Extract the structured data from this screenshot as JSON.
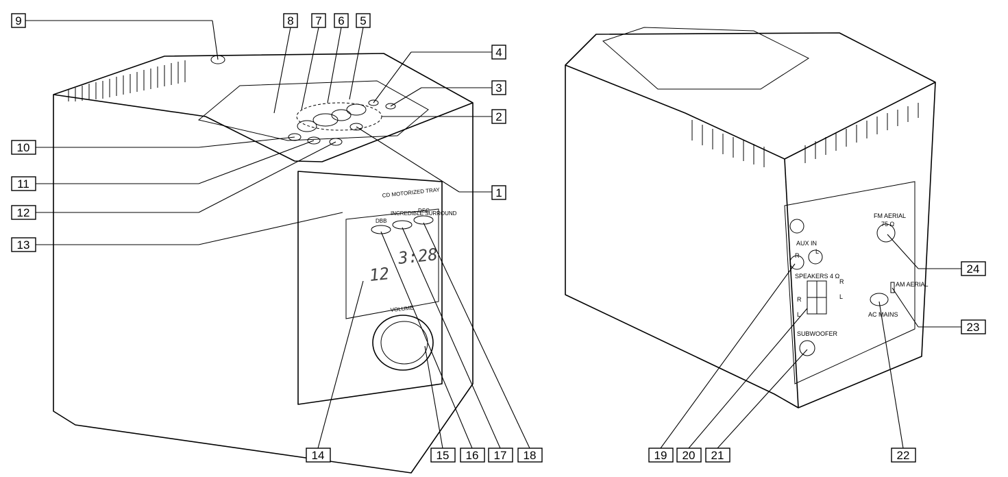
{
  "front_unit": {
    "tray_label": "CD MOTORIZED TRAY",
    "button_dbb": "DBB",
    "button_surround": "INCREDIBLE SURROUND",
    "button_dsc": "DSC",
    "volume_label": "VOLUME",
    "display_track": "12",
    "display_time": "3:28"
  },
  "rear_unit": {
    "fm_aerial": "FM AERIAL",
    "fm_ohm": "75 Ω",
    "aux_in": "AUX IN",
    "aux_r": "R",
    "aux_l": "L",
    "speakers": "SPEAKERS 4 Ω",
    "spk_r_left": "R",
    "spk_l_left": "L",
    "spk_r_right": "R",
    "spk_l_right": "L",
    "ac_mains": "AC MAINS",
    "am_aerial": "AM AERIAL",
    "subwoofer": "SUBWOOFER"
  },
  "callouts": [
    {
      "label": "1"
    },
    {
      "label": "2"
    },
    {
      "label": "3"
    },
    {
      "label": "4"
    },
    {
      "label": "5"
    },
    {
      "label": "6"
    },
    {
      "label": "7"
    },
    {
      "label": "8"
    },
    {
      "label": "9"
    },
    {
      "label": "10"
    },
    {
      "label": "11"
    },
    {
      "label": "12"
    },
    {
      "label": "13"
    },
    {
      "label": "14"
    },
    {
      "label": "15"
    },
    {
      "label": "16"
    },
    {
      "label": "17"
    },
    {
      "label": "18"
    },
    {
      "label": "19"
    },
    {
      "label": "20"
    },
    {
      "label": "21"
    },
    {
      "label": "22"
    },
    {
      "label": "23"
    },
    {
      "label": "24"
    }
  ]
}
